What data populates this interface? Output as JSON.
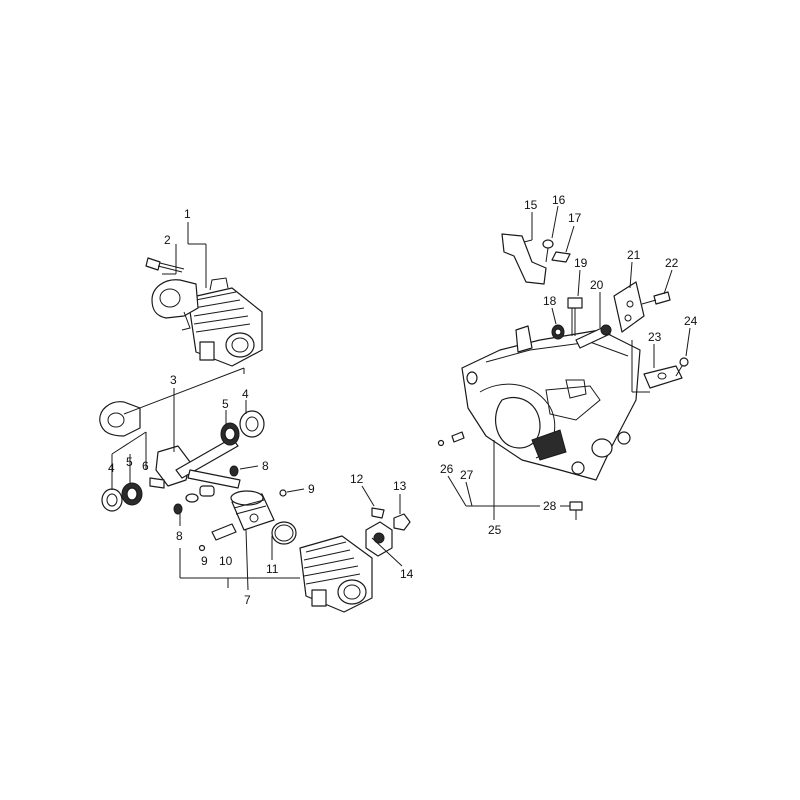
{
  "callouts": [
    "1",
    "2",
    "3",
    "4",
    "5",
    "6",
    "8",
    "9",
    "10",
    "11",
    "7",
    "12",
    "13",
    "14",
    "15",
    "16",
    "17",
    "18",
    "19",
    "20",
    "21",
    "22",
    "23",
    "24",
    "25",
    "26",
    "27",
    "28"
  ],
  "colors": {
    "line": "#1a1a1a",
    "background": "#ffffff"
  }
}
